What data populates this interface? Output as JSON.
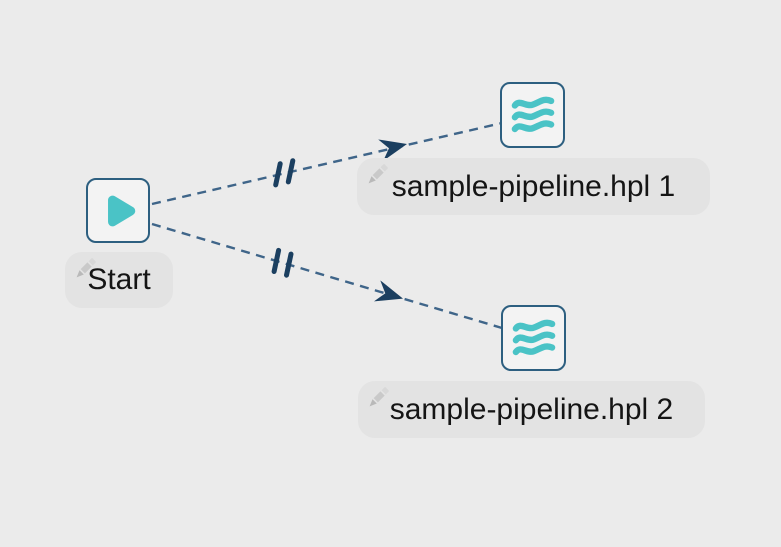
{
  "colors": {
    "canvas-bg": "#ebebeb",
    "node-bg": "#f3f3f3",
    "node-border": "#2d5f80",
    "accent-teal": "#4ac3c6",
    "hop-line": "#3f6589",
    "hop-marker": "#1b3f60",
    "pill-bg": "#e3e3e3",
    "label-text": "#151515",
    "pencil-gray": "#b9b9b9"
  },
  "nodes": [
    {
      "id": "start",
      "type": "workflow-start-action",
      "label": "Start",
      "icon": "play-icon"
    },
    {
      "id": "pipeline-1",
      "type": "pipeline-action",
      "label": "sample-pipeline.hpl 1",
      "icon": "pipeline-waves-icon"
    },
    {
      "id": "pipeline-2",
      "type": "pipeline-action",
      "label": "sample-pipeline.hpl 2",
      "icon": "pipeline-waves-icon"
    }
  ],
  "connections": [
    {
      "from": "Start",
      "to": "sample-pipeline.hpl 1",
      "style": "dashed",
      "parallel_indicator": true,
      "arrow": true
    },
    {
      "from": "Start",
      "to": "sample-pipeline.hpl 2",
      "style": "dashed",
      "parallel_indicator": true,
      "arrow": true
    }
  ]
}
